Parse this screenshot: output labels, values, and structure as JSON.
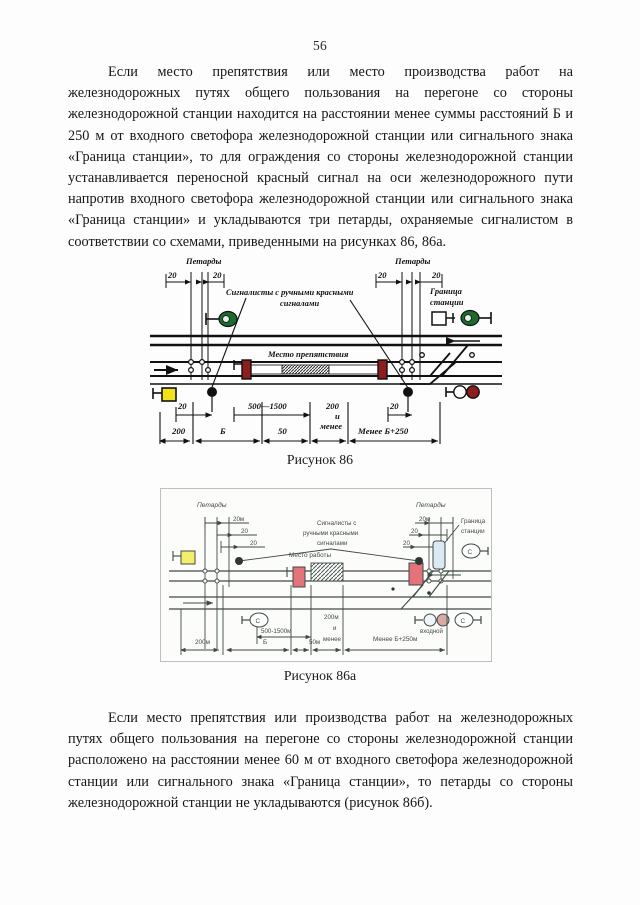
{
  "page": {
    "number": "56"
  },
  "paragraphs": {
    "first": "Если место препятствия или место производства работ на железнодорожных путях общего пользования на перегоне со стороны железнодорожной станции находится на расстоянии менее суммы расстояний Б и 250 м от входного светофора железнодорожной станции или сигнального знака «Граница станции», то для ограждения со стороны железнодорожной станции устанавливается переносной красный сигнал на оси железнодорожного пути напротив входного светофора железнодорожной станции или сигнального знака «Граница станции» и укладываются три петарды, охраняемые сигналистом в соответствии со схемами, приведенными на рисунках 86, 86а.",
    "second": "Если место препятствия или производства работ на железнодорожных путях общего пользования на перегоне со стороны железнодорожной станции расположено на расстоянии менее 60 м от входного светофора железнодорожной станции или сигнального знака «Граница станции», то петарды со стороны железнодорожной станции не укладываются (рисунок 86б)."
  },
  "figures": [
    {
      "id": "86",
      "caption": "Рисунок 86",
      "labels": {
        "petardy_left": "Петарды",
        "petardy_right": "Петарды",
        "signalmen": "Сигналисты с ручными красными сигналами",
        "obstruction": "Место препятствия",
        "station_border": "Граница станции",
        "dim_20_left_a": "20",
        "dim_20_left_b": "20",
        "dim_20_right_a": "20",
        "dim_20_right_b": "20",
        "dim_20_mid": "20",
        "dim_500_1500": "500—1500",
        "dim_200_ili_menee_l1": "200",
        "dim_200_ili_menee_l2": "и",
        "dim_200_ili_menee_l3": "менее",
        "dim_20_base": "20",
        "dim_200": "200",
        "dim_B": "Б",
        "dim_50": "50",
        "dim_menee_B250": "Менее Б+250"
      },
      "colors": {
        "red_signal": "#8e1d1d",
        "yellow_signal": "#f2e21a",
        "green_signal": "#1c6b2e",
        "line": "#111111"
      }
    },
    {
      "id": "86a",
      "caption": "Рисунок 86а",
      "labels": {
        "petardy_left": "Петарды",
        "petardy_right": "Петарды",
        "signalmen_l1": "Сигналисты с",
        "signalmen_l2": "ручными красными",
        "signalmen_l3": "сигналами",
        "work_site": "Место работы",
        "station_border_l1": "Граница",
        "station_border_l2": "станции",
        "dim_20m_left": "20м",
        "dim_20_left_b": "20",
        "dim_20_left_c": "20",
        "dim_20m_right": "20м",
        "dim_20_right_b": "20",
        "dim_20_right_c": "20",
        "dim_500_1500m": "500-1500м",
        "dim_B": "Б",
        "dim_50m": "50м",
        "dim_200m_l1": "200м",
        "dim_200m_l2": "и",
        "dim_200m_l3": "менее",
        "dim_menee_B250m": "Менее Б+250м",
        "dim_200m_left": "200м",
        "entry_signal": "входной",
        "signal_letter_a": "С",
        "signal_letter_b": "С",
        "signal_letter_c": "С"
      },
      "colors": {
        "red_marker": "#e4737b",
        "yellow_marker": "#f5ee6b",
        "white_marker": "#eef4f7",
        "pink_marker": "#d9a9a4",
        "line": "#3e4a46",
        "frame": "#b9c2bd"
      }
    }
  ]
}
